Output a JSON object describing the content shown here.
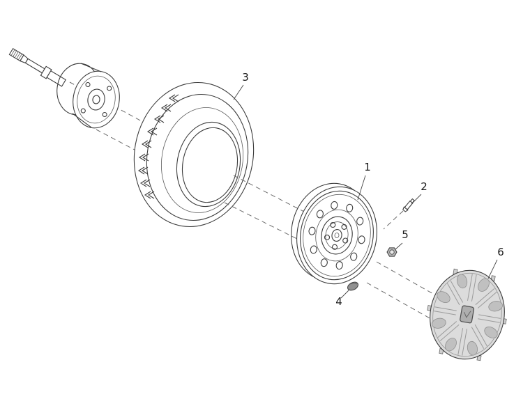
{
  "diagram": {
    "labels": {
      "steel_wheel": "1",
      "valve_stem": "2",
      "tire": "3",
      "bolt_cap": "4",
      "wheel_nut": "5",
      "wheel_cover": "6"
    },
    "colors": {
      "line": "#3c3c3c",
      "dashed_line": "#6a6a6a",
      "background": "#ffffff",
      "wheel_cover_fill": "#dcdcdc",
      "wheel_cover_slot": "#c0c0c0",
      "nut_fill": "#b5b5b5",
      "bolt_cap_fill": "#909090"
    }
  }
}
